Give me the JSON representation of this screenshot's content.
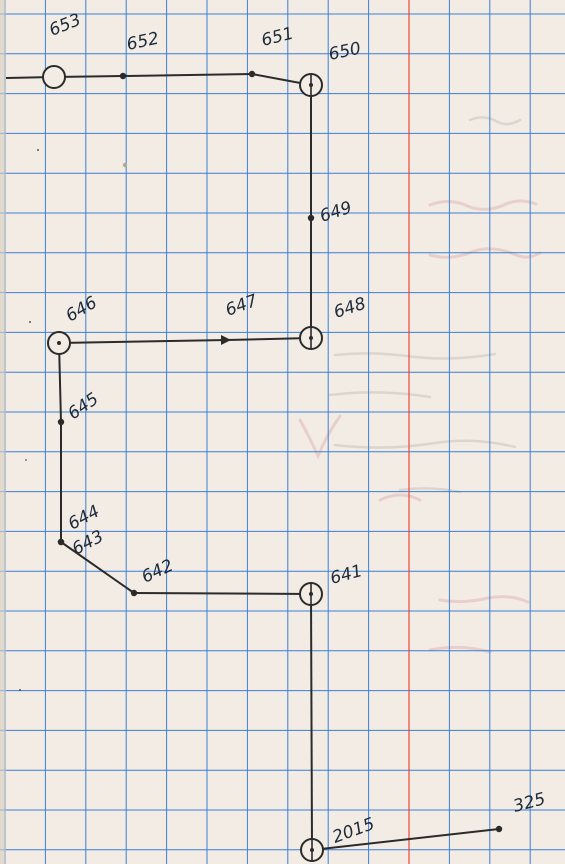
{
  "paper": {
    "background": "#f2ece4",
    "grid_color": "#3b7fd6",
    "margin_line_color": "#e8493f",
    "ink_color": "#2b2b2b",
    "label_ink_color": "#1f2a3a",
    "bleed_through_color": "#c86b78"
  },
  "diagram": {
    "nodes": [
      {
        "id": "653",
        "label": "653",
        "shape": "open-circle"
      },
      {
        "id": "652",
        "label": "652",
        "shape": "dot"
      },
      {
        "id": "651",
        "label": "651",
        "shape": "dot"
      },
      {
        "id": "650",
        "label": "650",
        "shape": "crossed-circle"
      },
      {
        "id": "649",
        "label": "649",
        "shape": "dot"
      },
      {
        "id": "648",
        "label": "648",
        "shape": "crossed-circle"
      },
      {
        "id": "647",
        "label": "647",
        "shape": "arrow-dot"
      },
      {
        "id": "646",
        "label": "646",
        "shape": "dotted-circle"
      },
      {
        "id": "645",
        "label": "645",
        "shape": "dot"
      },
      {
        "id": "644",
        "label": "644",
        "shape": "dot"
      },
      {
        "id": "643",
        "label": "643",
        "shape": "dot"
      },
      {
        "id": "642",
        "label": "642",
        "shape": "dot"
      },
      {
        "id": "641",
        "label": "641",
        "shape": "crossed-circle"
      },
      {
        "id": "2015",
        "label": "2015",
        "shape": "crossed-circle"
      },
      {
        "id": "325",
        "label": "325",
        "shape": "dot"
      }
    ],
    "edges": [
      {
        "from": "653",
        "to": "652"
      },
      {
        "from": "652",
        "to": "651"
      },
      {
        "from": "651",
        "to": "650"
      },
      {
        "from": "650",
        "to": "649"
      },
      {
        "from": "649",
        "to": "648"
      },
      {
        "from": "648",
        "to": "647"
      },
      {
        "from": "647",
        "to": "646"
      },
      {
        "from": "646",
        "to": "645"
      },
      {
        "from": "645",
        "to": "644"
      },
      {
        "from": "644",
        "to": "643"
      },
      {
        "from": "643",
        "to": "642"
      },
      {
        "from": "642",
        "to": "641"
      },
      {
        "from": "641",
        "to": "2015"
      },
      {
        "from": "2015",
        "to": "325"
      }
    ]
  }
}
